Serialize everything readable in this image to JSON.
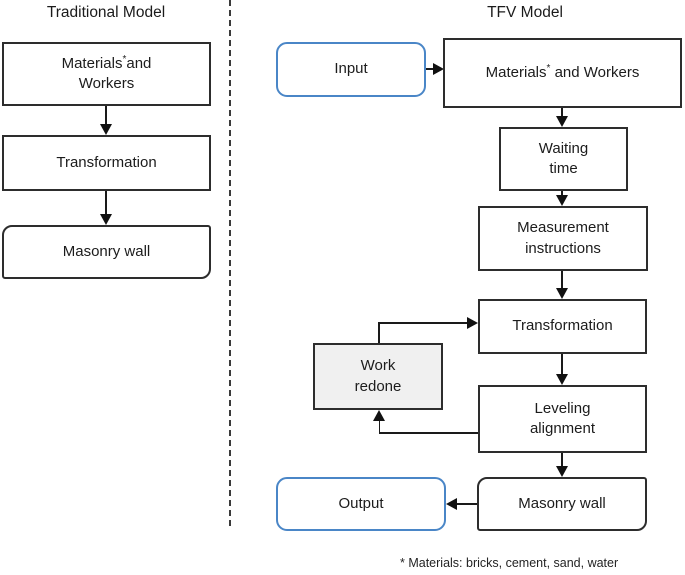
{
  "left": {
    "title": "Traditional Model",
    "materials": {
      "pre": "Materials",
      "sup": "*",
      "post": "and",
      "line2": "Workers"
    },
    "transformation": "Transformation",
    "masonry": "Masonry wall"
  },
  "right": {
    "title": "TFV Model",
    "input": "Input",
    "materials": {
      "pre": "Materials",
      "sup": "*",
      "post": " and Workers"
    },
    "waiting": {
      "line1": "Waiting",
      "line2": "time"
    },
    "measurement": {
      "line1": "Measurement",
      "line2": "instructions"
    },
    "transformation": "Transformation",
    "work_redone": {
      "line1": "Work",
      "line2": "redone"
    },
    "leveling": {
      "line1": "Leveling",
      "line2": "alignment"
    },
    "masonry": "Masonry wall",
    "output": "Output"
  },
  "footnote": "* Materials: bricks, cement, sand, water",
  "colors": {
    "io_border_blue": "#4a86c7",
    "box_border": "#2d2d2d",
    "work_redone_fill": "#f0f0f0",
    "connector": "#1a1a1a",
    "background": "#ffffff"
  }
}
